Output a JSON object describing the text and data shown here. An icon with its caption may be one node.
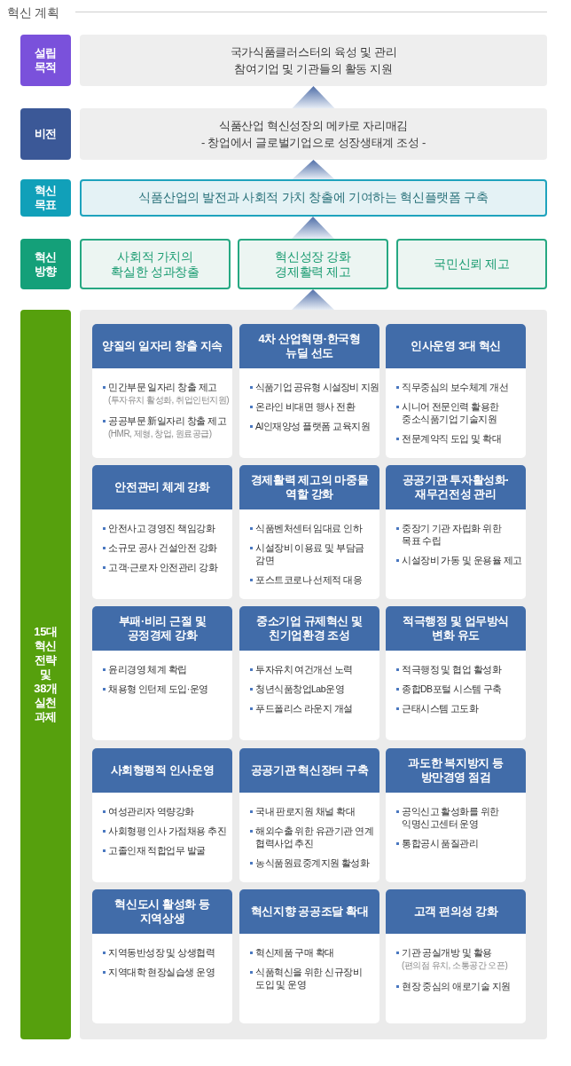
{
  "diagram": {
    "title": "혁신 계획",
    "nodes": [
      {
        "text": [
          "설립 목적"
        ]
      },
      {
        "text": [
          "국가식품클러스터의 육성 및 관리",
          "참여기업 및 기관들의 활동 지원"
        ]
      },
      {
        "text": [
          "비전"
        ]
      },
      {
        "text": [
          "식품산업 혁신성장의 메카로 자리매김",
          "- 창업에서 글로벌기업으로 성장생태계 조성 -"
        ]
      },
      {
        "text": [
          "혁신 목표"
        ]
      },
      {
        "text": [
          "식품산업의 발전과 사회적 가치 창출에 기여하는 혁신플랫폼 구축"
        ]
      },
      {
        "text": [
          "혁신 방향"
        ]
      },
      {
        "text": [
          "사회적 가치의 확실한 성과창출"
        ]
      },
      {
        "text": [
          "혁신성장 강화 경제활력 제고"
        ]
      },
      {
        "text": [
          "국민신뢰 제고"
        ]
      },
      {
        "text": [
          "15대 혁신 전략 및 38개 실천 과제"
        ]
      },
      {
        "text": [],
        "shape": "box"
      },
      {
        "text": [
          "양질의 일자리 창출 지속",
          "민간부문 일자리 창출 제고",
          "(투자유치 활성화, 취업인턴지원)",
          "공공부문 新일자리 창출 제고",
          "(HMR, 제형, 창업, 원료공급)"
        ],
        "in": 11
      },
      {
        "text": [
          "4차 산업혁명·한국형 뉴딜 선도",
          "식품기업 공유형 시설장비 지원",
          "온라인 비대면 행사 전환",
          "AI인재양성 플랫폼 교육지원"
        ],
        "in": 11
      },
      {
        "text": [
          "인사운영 3대 혁신",
          "직무중심의 보수체계 개선",
          "시니어 전문인력 활용한 중소식품기업 기술지원",
          "전문계약직 도입 및 확대"
        ],
        "in": 11
      },
      {
        "text": [
          "안전관리 체계 강화",
          "안전사고 경영진 책임강화",
          "소규모 공사 건설안전 강화",
          "고객·근로자 안전관리 강화"
        ],
        "in": 11
      },
      {
        "text": [
          "경제활력 제고의 마중물 역할 강화",
          "식품벤처센터 임대료 인하",
          "시설장비 이용료 및 부담금 감면",
          "포스트코로나 선제적 대응"
        ],
        "in": 11
      },
      {
        "text": [
          "공공기관 투자활성화· 재무건전성 관리",
          "중장기 기관 자립화 위한 목표 수립",
          "시설장비 가동 및 운용율 제고"
        ],
        "in": 11
      },
      {
        "text": [
          "부패·비리 근절 및 공정경제 강화",
          "윤리경영 체계 확립",
          "채용형 인턴제 도입·운영"
        ],
        "in": 11
      },
      {
        "text": [
          "중소기업 규제혁신 및 친기업환경 조성",
          "투자유치 여건개선 노력",
          "청년식품창업Lab운영",
          "푸드폴리스 라운지 개설"
        ],
        "in": 11
      },
      {
        "text": [
          "적극행정 및 업무방식 변화 유도",
          "적극행정 및 협업 활성화",
          "종합DB포털 시스템 구축",
          "근태시스템 고도화"
        ],
        "in": 11
      },
      {
        "text": [
          "사회형평적 인사운영",
          "여성관리자 역량강화",
          "사회형평 인사 가점채용 추진",
          "고졸인재 적합업무 발굴"
        ],
        "in": 11
      },
      {
        "text": [
          "공공기관 혁신장터 구축",
          "국내 판로지원 채널 확대",
          "해외수출 위한 유관기관 연계 협력사업 추진",
          "농식품원료중계지원 활성화"
        ],
        "in": 11
      },
      {
        "text": [
          "과도한 복지방지 등 방만경영 점검",
          "공익신고 활성화를 위한 익명신고센터 운영",
          "통합공시 품질관리"
        ],
        "in": 11
      },
      {
        "text": [
          "혁신도시 활성화 등 지역상생",
          "지역동반성장 및 상생협력",
          "지역대학 현장실습생 운영"
        ],
        "in": 11
      },
      {
        "text": [
          "혁신지향 공공조달 확대",
          "혁신제품 구매 확대",
          "식품혁신을 위한 신규장비 도입 및 운영"
        ],
        "in": 11
      },
      {
        "text": [
          "고객 편의성 강화",
          "기관 공실개방 및 활용",
          "(편의점 유치, 소통공간 오픈)",
          "현장 중심의 애로기술 지원"
        ],
        "in": 11
      }
    ],
    "edges": [
      {
        "from": 3,
        "to": 1,
        "arrow": "to"
      },
      {
        "from": 5,
        "to": 3,
        "arrow": "to"
      },
      {
        "from": 8,
        "to": 5,
        "arrow": "to"
      },
      {
        "from": 11,
        "to": 8,
        "arrow": "to"
      }
    ]
  }
}
